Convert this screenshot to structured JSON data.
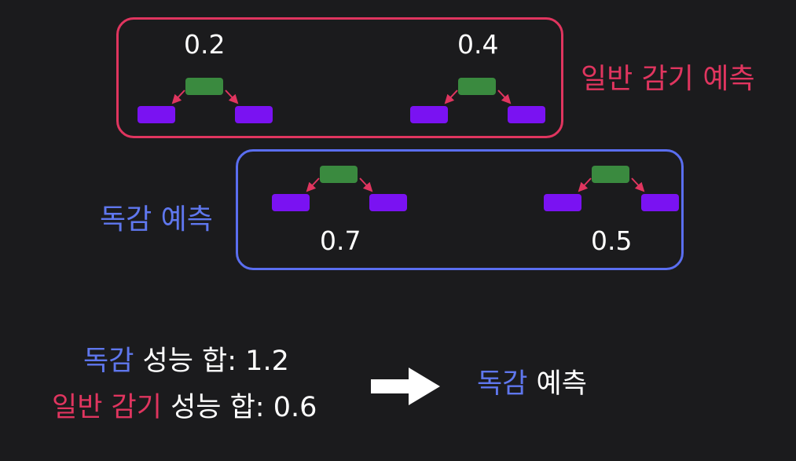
{
  "top_group": {
    "label": "일반 감기 예측",
    "color": "#e0355f",
    "scores": [
      "0.2",
      "0.4"
    ]
  },
  "bottom_group": {
    "label": "독감 예측",
    "color": "#5a6ef0",
    "scores": [
      "0.7",
      "0.5"
    ]
  },
  "tree_colors": {
    "root": "#3a8a3f",
    "leaf": "#7a12f2",
    "edge": "#e0355f"
  },
  "summary": {
    "flu_name": "독감",
    "flu_text": " 성능 합: 1.2",
    "cold_name": "일반 감기",
    "cold_text": " 성능 합: 0.6"
  },
  "result": {
    "flu_name": "독감",
    "predict_text": " 예측"
  }
}
